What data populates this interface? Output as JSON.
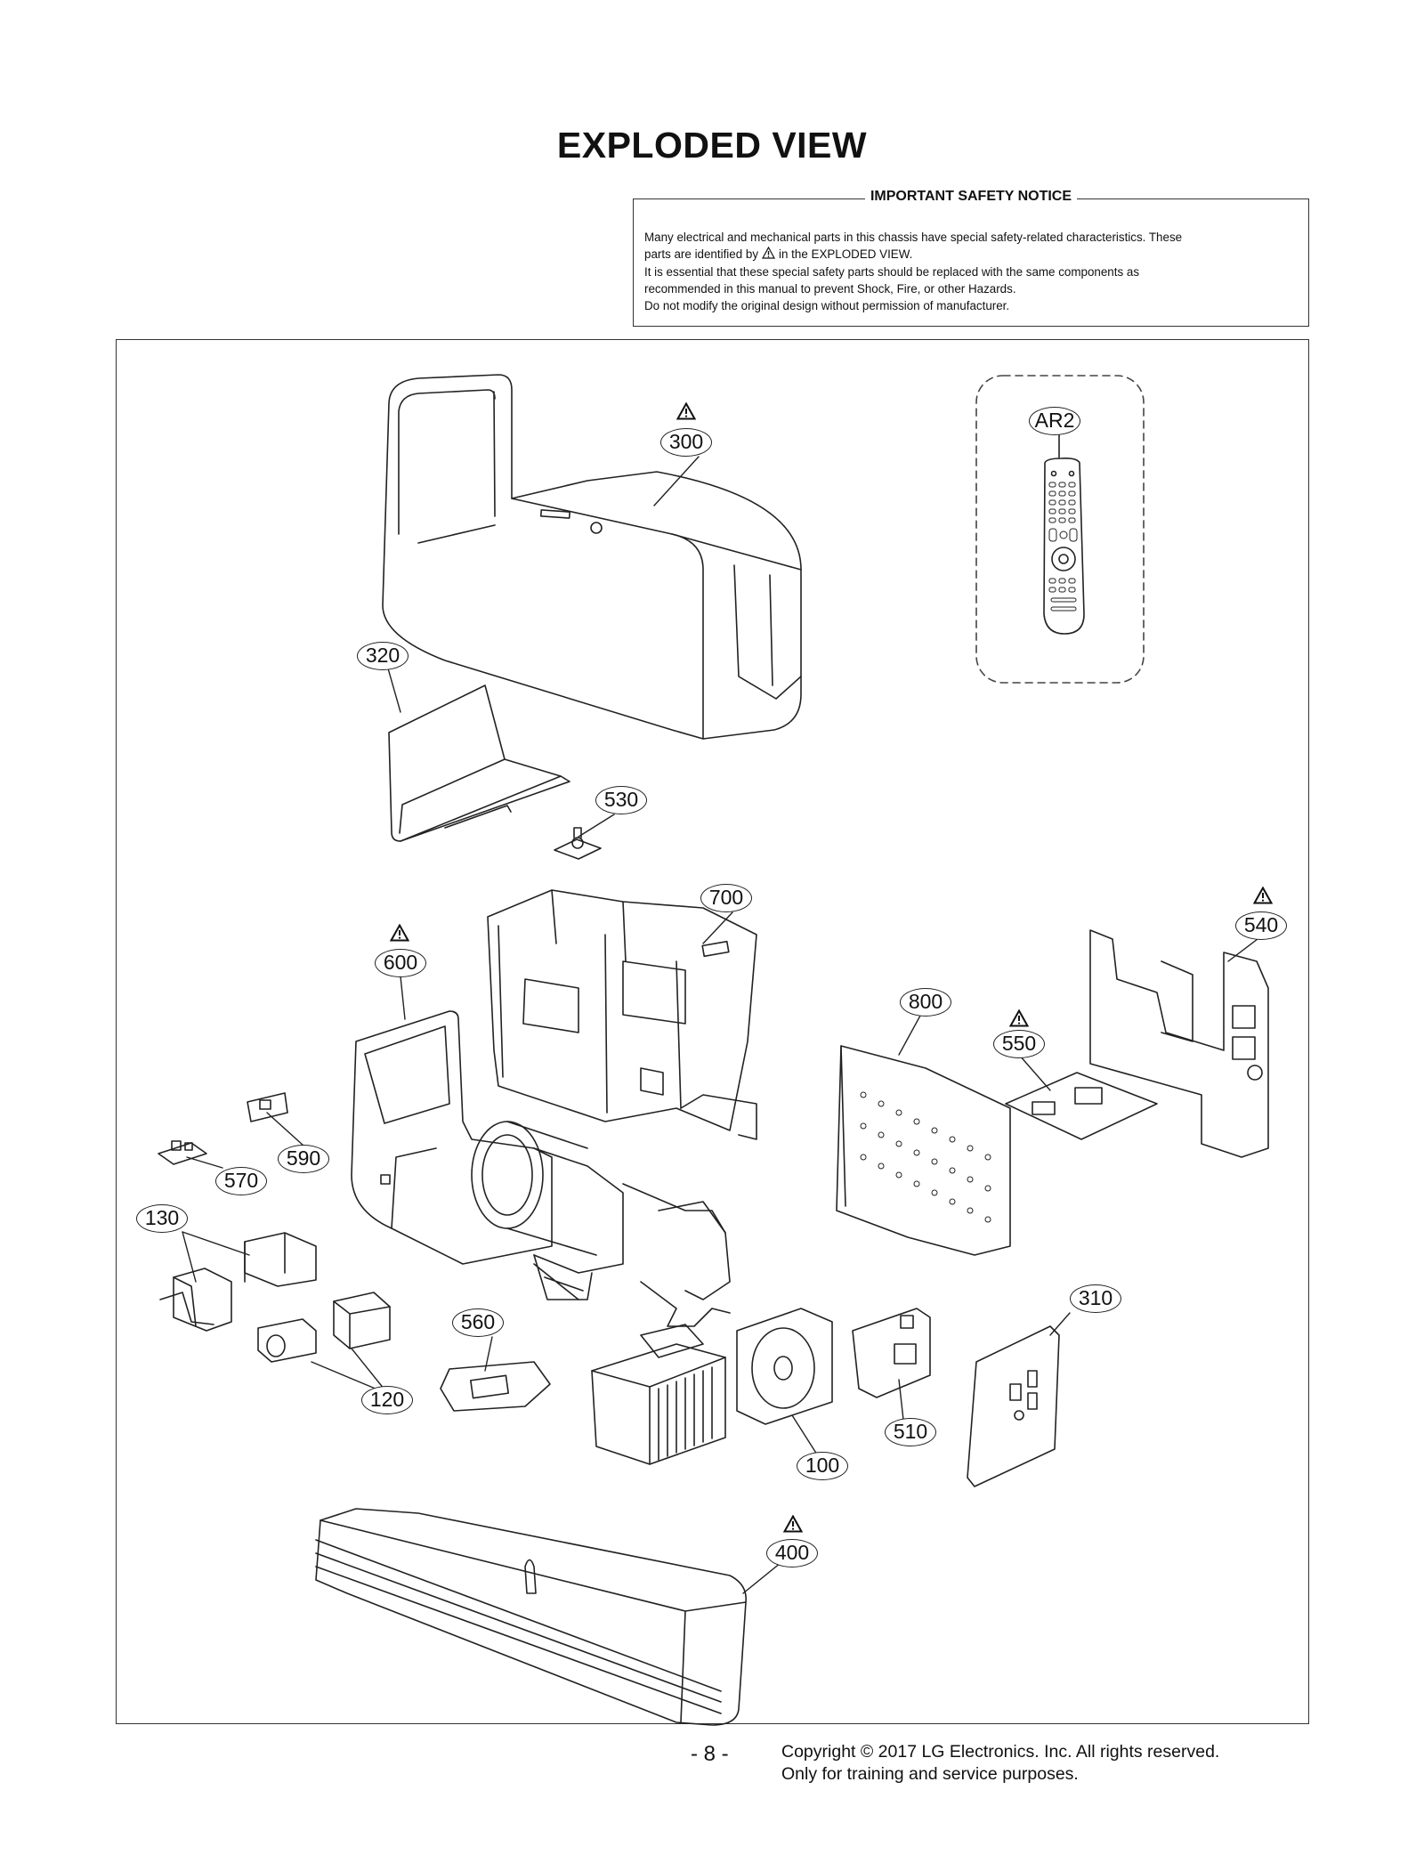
{
  "page": {
    "title": "EXPLODED VIEW"
  },
  "notice": {
    "heading": "IMPORTANT SAFETY NOTICE",
    "line1": "Many electrical and mechanical parts in this chassis have special safety-related characteristics. These",
    "line2_before": "parts are identified by",
    "line2_after": "in the EXPLODED VIEW.",
    "line3": "It is essential that these special safety parts should be replaced with the same components as",
    "line4": "recommended in this manual to prevent Shock, Fire, or other Hazards.",
    "line5": "Do not modify the original design without permission of manufacturer."
  },
  "diagram": {
    "callouts": {
      "c300": "300",
      "c320": "320",
      "c530": "530",
      "c700": "700",
      "c600": "600",
      "c540": "540",
      "c800": "800",
      "c550": "550",
      "c590": "590",
      "c570": "570",
      "c130": "130",
      "c310": "310",
      "c560": "560",
      "c120": "120",
      "c510": "510",
      "c100": "100",
      "c400": "400",
      "ar2": "AR2"
    },
    "safety_marked_parts": [
      "300",
      "600",
      "540",
      "550",
      "400"
    ],
    "icons": [
      "warning-triangle-icon",
      "remote-control-icon"
    ]
  },
  "footer": {
    "page_number": "- 8 -",
    "copyright_line1": "Copyright  © 2017 LG Electronics. Inc. All rights reserved.",
    "copyright_line2": "Only for training and service purposes."
  }
}
